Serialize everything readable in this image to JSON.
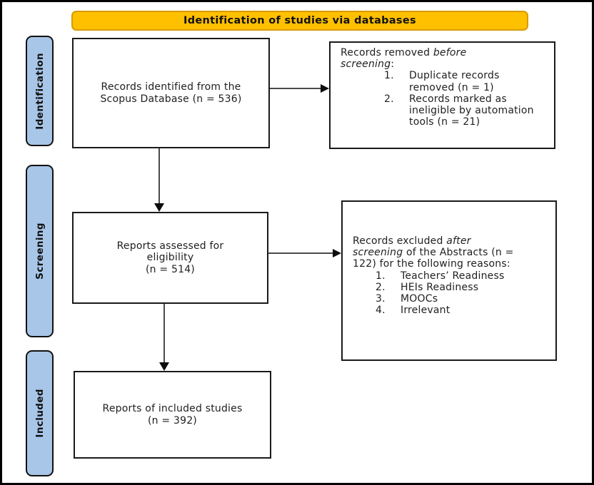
{
  "colors": {
    "header_fill": "#FFC000",
    "header_border": "#D79B00",
    "stage_fill": "#A8C6E8"
  },
  "header": {
    "title": "Identification of studies via databases"
  },
  "stages": {
    "identification": "Identification",
    "screening": "Screening",
    "included": "Included"
  },
  "boxes": {
    "identified": {
      "line1": "Records identified from the",
      "line2": "Scopus Database (n = 536)"
    },
    "removed": {
      "lead": "Records removed",
      "italic1": "before",
      "italic2": "screening",
      "tail": ":",
      "items": [
        "Duplicate records removed (n = 1)",
        "Records marked as ineligible by automation tools (n = 21)"
      ]
    },
    "assessed": {
      "line1": "Reports assessed for",
      "line2": "eligibility",
      "line3": "(n = 514)"
    },
    "excluded": {
      "lead": "Records excluded",
      "italic1": "after",
      "italic2": "screening",
      "tail1": "of the Abstracts (n =",
      "tail2": "122) for the following reasons:",
      "items": [
        "Teachers’ Readiness",
        "HEIs Readiness",
        "MOOCs",
        "Irrelevant"
      ]
    },
    "included_reports": {
      "line1": "Reports of included studies",
      "line2": "(n = 392)"
    }
  }
}
